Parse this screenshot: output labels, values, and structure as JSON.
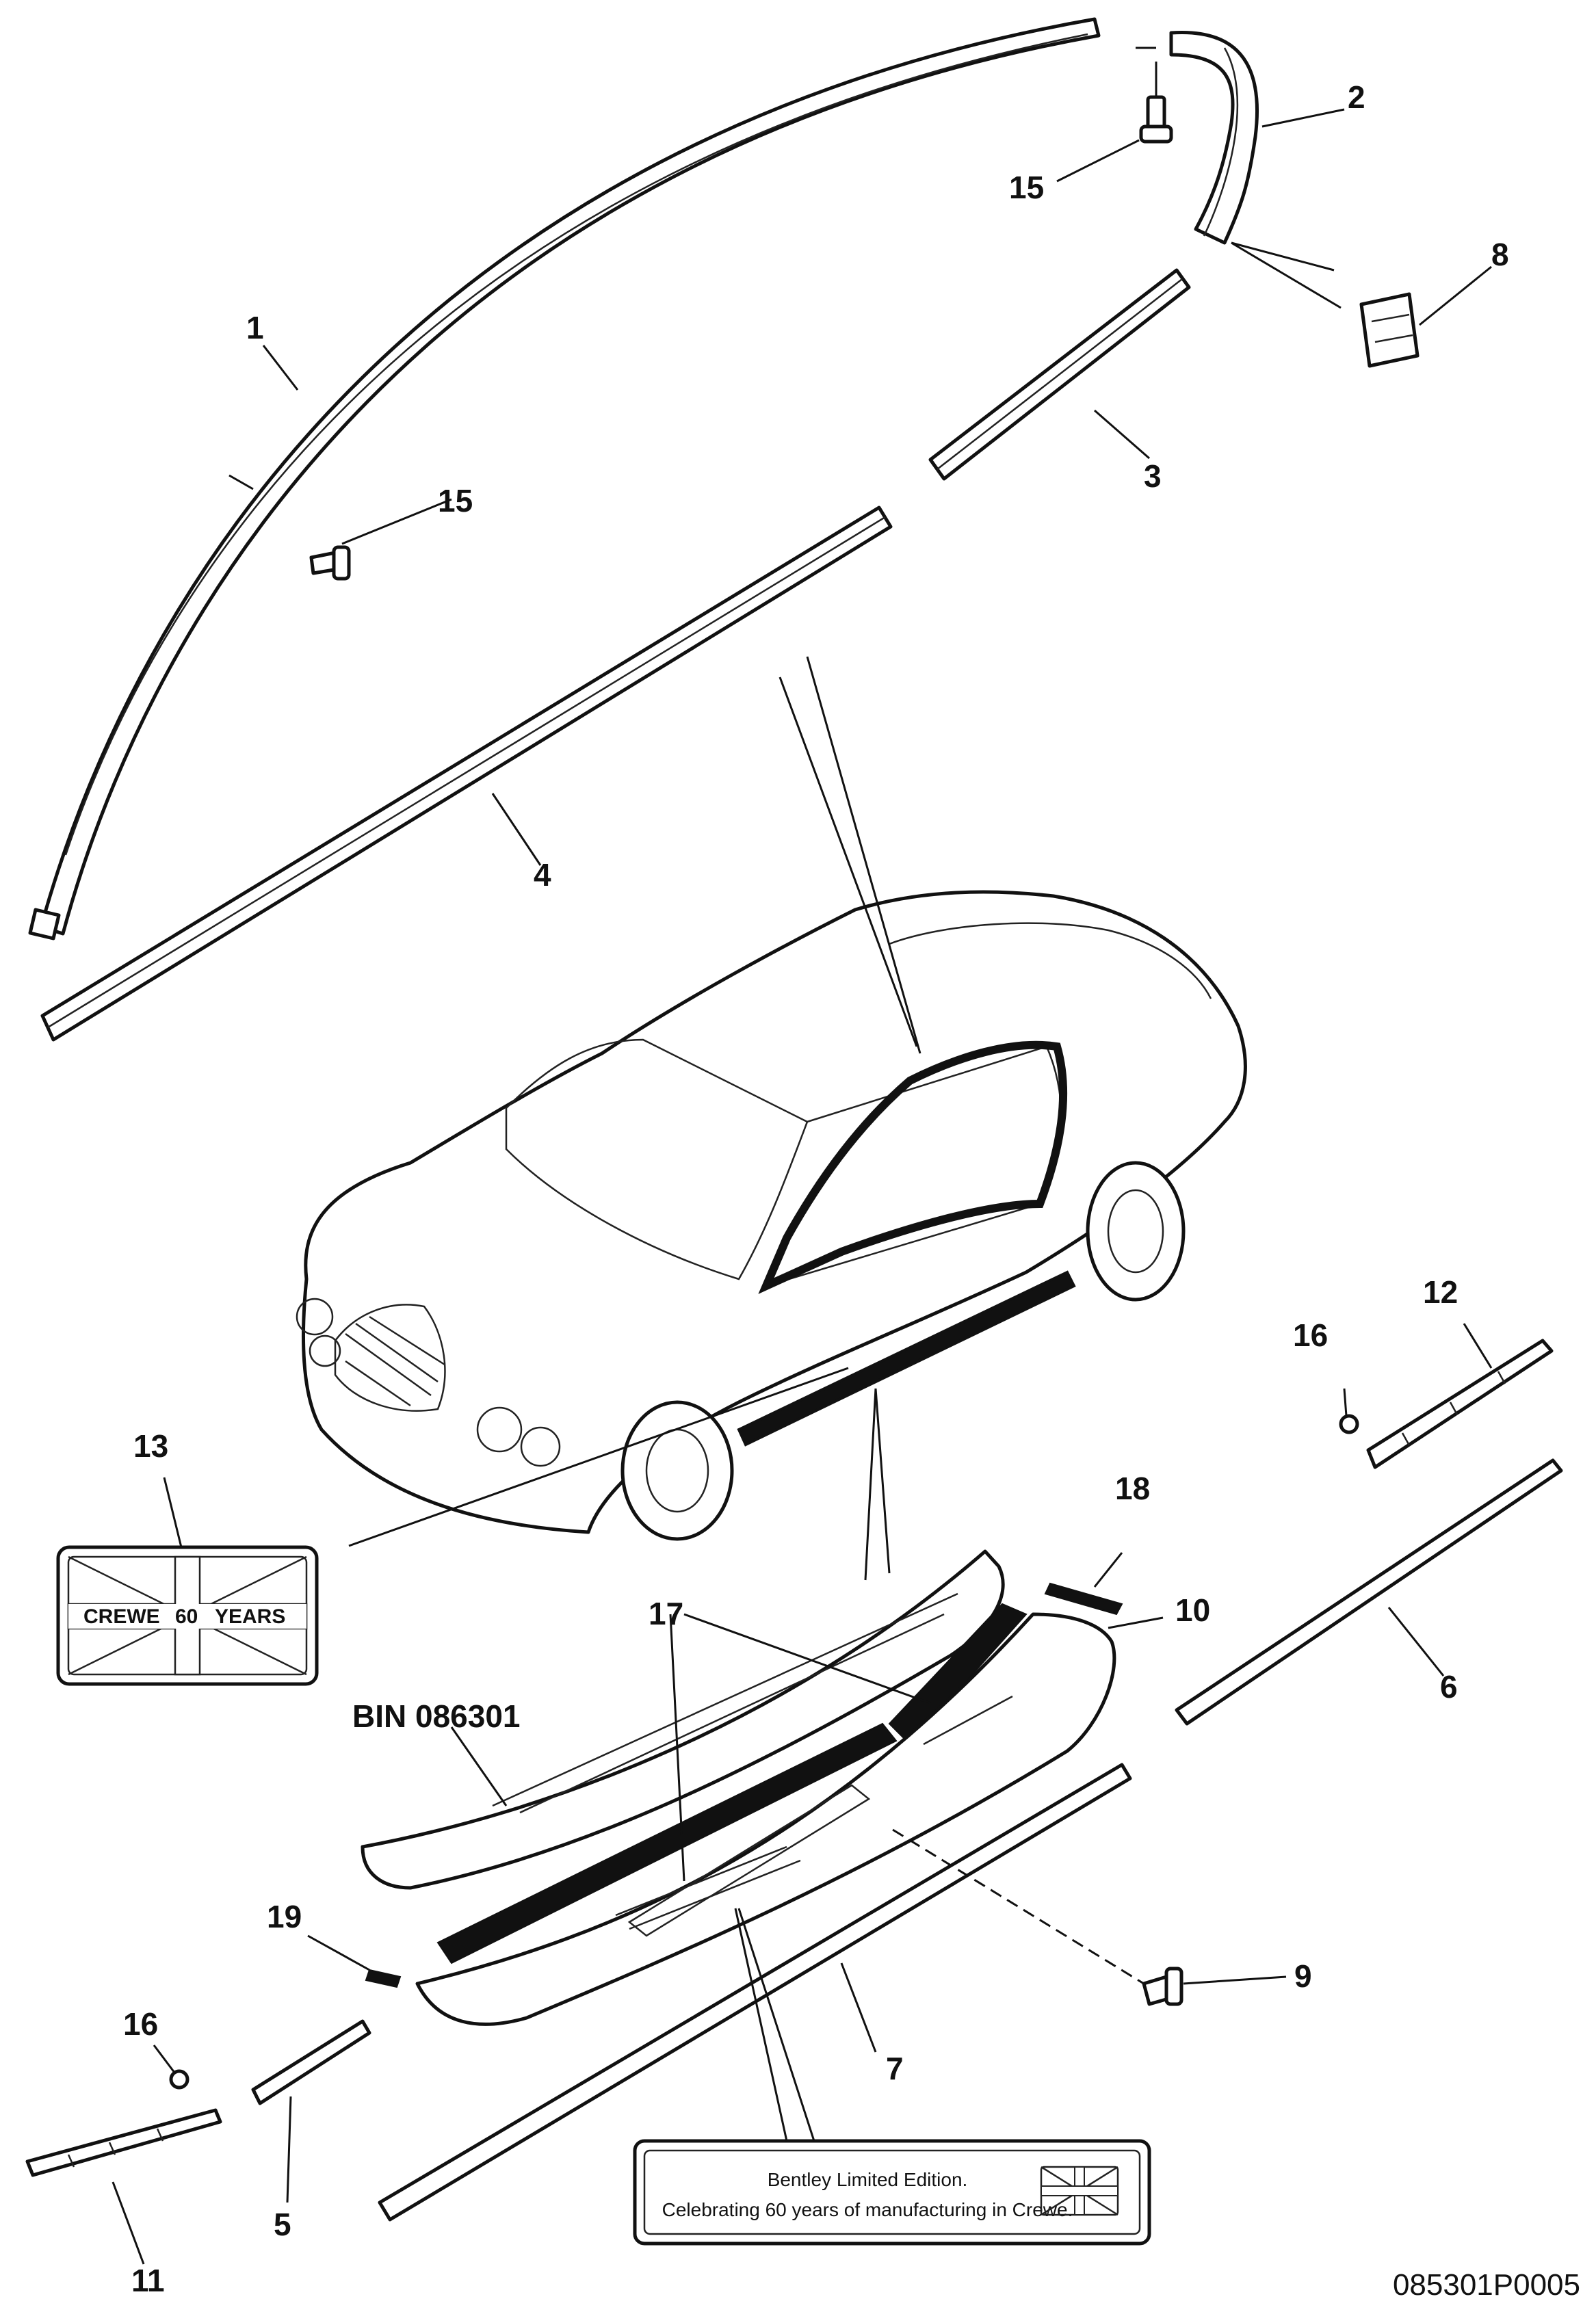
{
  "labels": {
    "l1": "1",
    "l2": "2",
    "l3": "3",
    "l4": "4",
    "l5": "5",
    "l6": "6",
    "l7": "7",
    "l8": "8",
    "l9": "9",
    "l10": "10",
    "l11": "11",
    "l12": "12",
    "l13": "13",
    "l15a": "15",
    "l15b": "15",
    "l16a": "16",
    "l16b": "16",
    "l17": "17",
    "l18": "18",
    "l19": "19",
    "bin": "BIN 086301"
  },
  "badge": {
    "left": "CREWE",
    "middle": "60",
    "right": "YEARS"
  },
  "plaque": {
    "line1": "Bentley Limited Edition.",
    "line2": "Celebrating 60 years of manufacturing in Crewe."
  },
  "document_id": "085301P0005"
}
